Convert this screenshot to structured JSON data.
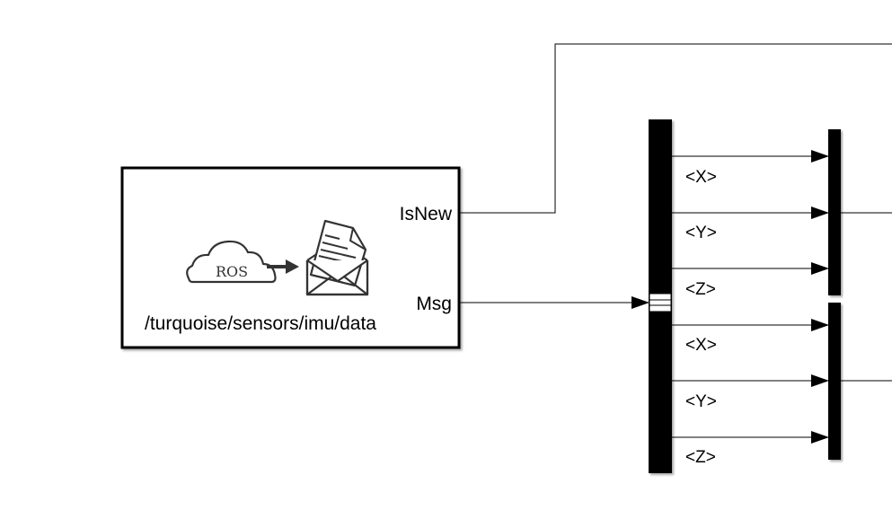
{
  "subscribe_block": {
    "cloud_text": "ROS",
    "topic": "/turquoise/sensors/imu/data",
    "port_isnew": "IsNew",
    "port_msg": "Msg"
  },
  "bus_selector": {
    "outputs": [
      "<X>",
      "<Y>",
      "<Z>",
      "<X>",
      "<Y>",
      "<Z>"
    ]
  }
}
